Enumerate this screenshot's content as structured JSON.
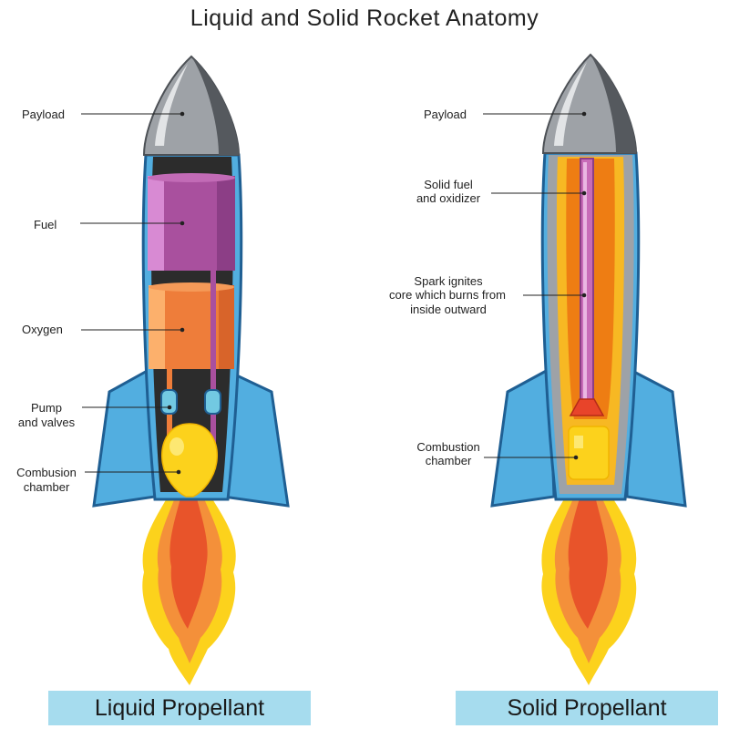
{
  "title": "Liquid and Solid Rocket Anatomy",
  "liquid": {
    "caption": "Liquid Propellant",
    "labels": {
      "payload": "Payload",
      "fuel": "Fuel",
      "oxygen": "Oxygen",
      "pump_line1": "Pump",
      "pump_line2": "and valves",
      "combustion_line1": "Combusion",
      "combustion_line2": "chamber"
    }
  },
  "solid": {
    "caption": "Solid Propellant",
    "labels": {
      "payload": "Payload",
      "fuel_line1": "Solid fuel",
      "fuel_line2": "and oxidizer",
      "spark_line1": "Spark ignites",
      "spark_line2": "core which burns from",
      "spark_line3": "inside outward",
      "combustion_line1": "Combustion",
      "combustion_line2": "chamber"
    }
  },
  "colors": {
    "body_blue": "#52aee0",
    "body_outline": "#1f5f93",
    "nose_gray": "#9ea2a7",
    "fuel_purple": "#a9509e",
    "oxygen_orange": "#ee7d3a",
    "pump_cyan": "#72c9e2",
    "flame_yellow": "#fcd21c",
    "flame_orange": "#f4903a",
    "flame_red": "#e8542a",
    "caption_bg": "#a6dcee"
  }
}
